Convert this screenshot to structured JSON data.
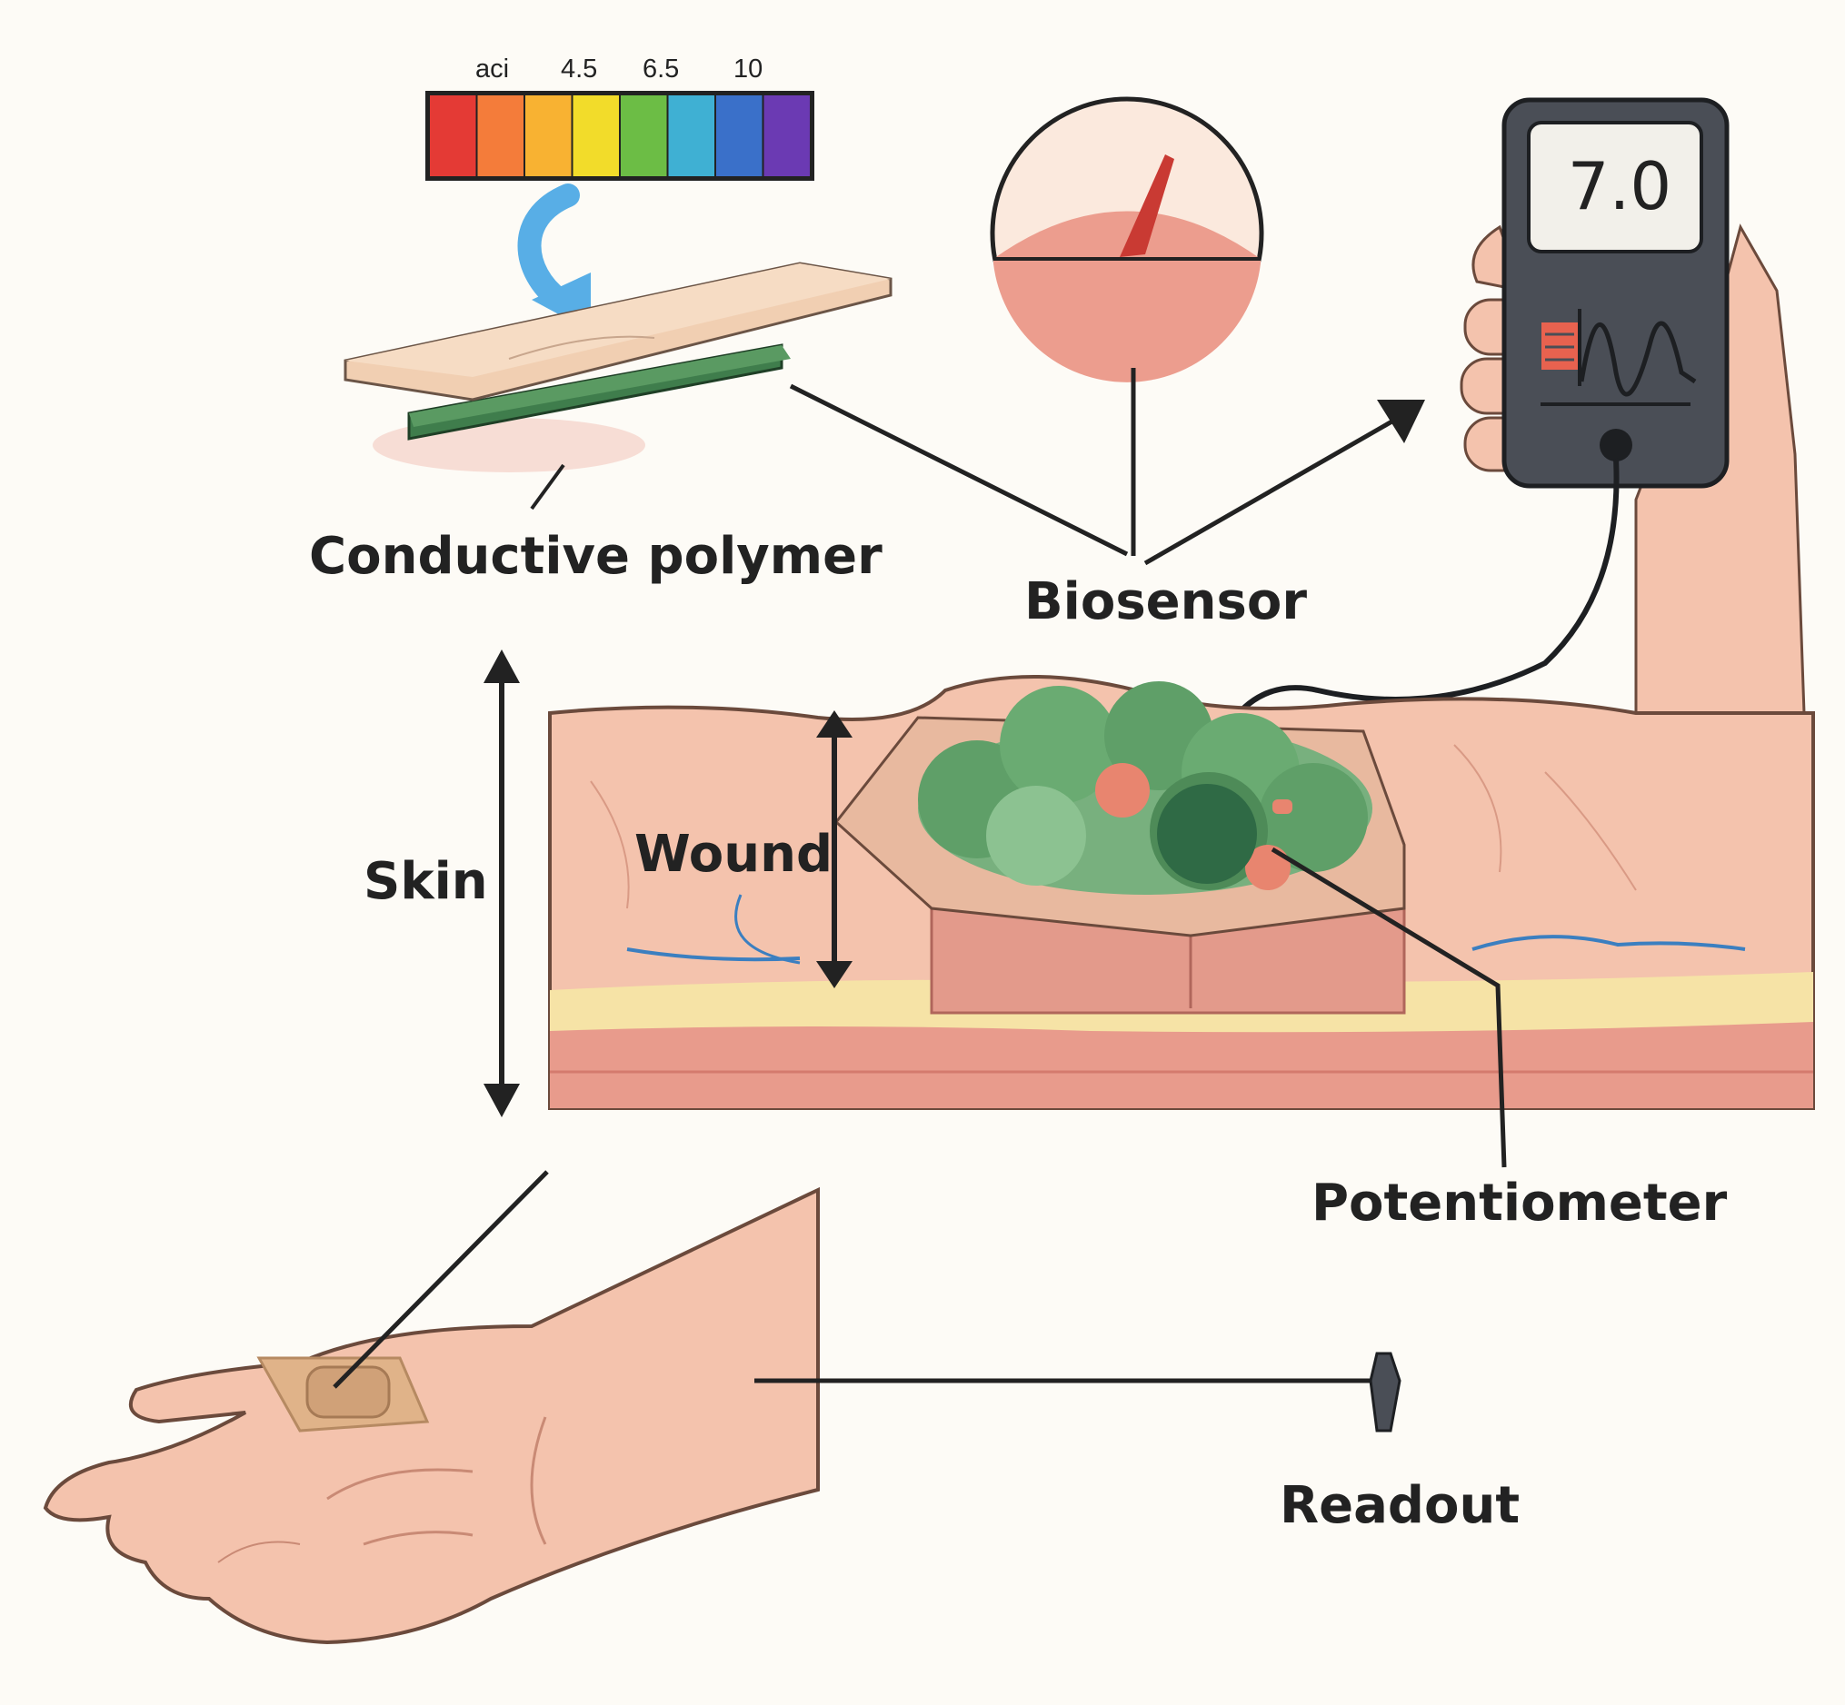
{
  "labels": {
    "conductive_polymer": "Conductive polymer",
    "biosensor": "Biosensor",
    "skin": "Skin",
    "wound": "Wound",
    "potentiometer": "Potentiometer",
    "readout": "Readout"
  },
  "ph_scale": {
    "tick_labels": [
      "aci",
      "4.5",
      "6.5",
      "10"
    ],
    "colors": [
      "#e43a35",
      "#f47c3a",
      "#f8b232",
      "#f2dc2a",
      "#6cbd45",
      "#3fb0d3",
      "#3a70c9",
      "#6b3ab3"
    ]
  },
  "meter": {
    "display_value": "7.0"
  },
  "colors": {
    "skin": "#f4c3ad",
    "skin_dark": "#e89b8c",
    "fat": "#f6e3a6",
    "wound_green": "#5f9f68",
    "wound_dark": "#2f6a45",
    "polymer_top": "#f1cfb2",
    "polymer_bottom": "#3f7d4c",
    "device_body": "#4a4e56",
    "arrow_blue": "#58aee6",
    "line": "#222222"
  }
}
